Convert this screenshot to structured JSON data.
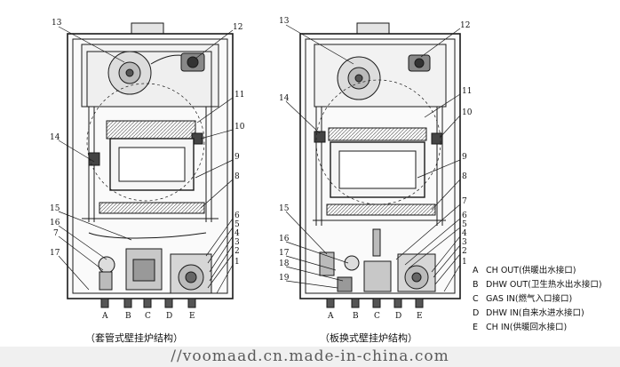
{
  "left_diagram": {
    "caption": "（套管式壁挂炉结构）",
    "callouts": [
      "13",
      "12",
      "11",
      "10",
      "14",
      "9",
      "8",
      "15",
      "6",
      "5",
      "16",
      "4",
      "3",
      "7",
      "2",
      "17",
      "1"
    ],
    "connectors": [
      "A",
      "B",
      "C",
      "D",
      "E"
    ]
  },
  "right_diagram": {
    "caption": "（板换式壁挂炉结构）",
    "callouts": [
      "13",
      "12",
      "14",
      "11",
      "10",
      "9",
      "8",
      "15",
      "7",
      "6",
      "5",
      "16",
      "4",
      "17",
      "3",
      "18",
      "2",
      "19",
      "1"
    ],
    "connectors": [
      "A",
      "B",
      "C",
      "D",
      "E"
    ]
  },
  "legend": [
    {
      "key": "A",
      "text": "CH OUT(供暖出水接口)"
    },
    {
      "key": "B",
      "text": "DHW OUT(卫生热水出水接口)"
    },
    {
      "key": "C",
      "text": "GAS IN(燃气入口接口)"
    },
    {
      "key": "D",
      "text": "DHW IN(自来水进水接口)"
    },
    {
      "key": "E",
      "text": "CH IN(供暖回水接口)"
    }
  ],
  "watermark": "//voomaad.cn.made-in-china.com",
  "colors": {
    "line": "#1a1a1a",
    "fill_light": "#d8d8d8",
    "fill_mid": "#b5b5b5",
    "background": "#ffffff"
  }
}
